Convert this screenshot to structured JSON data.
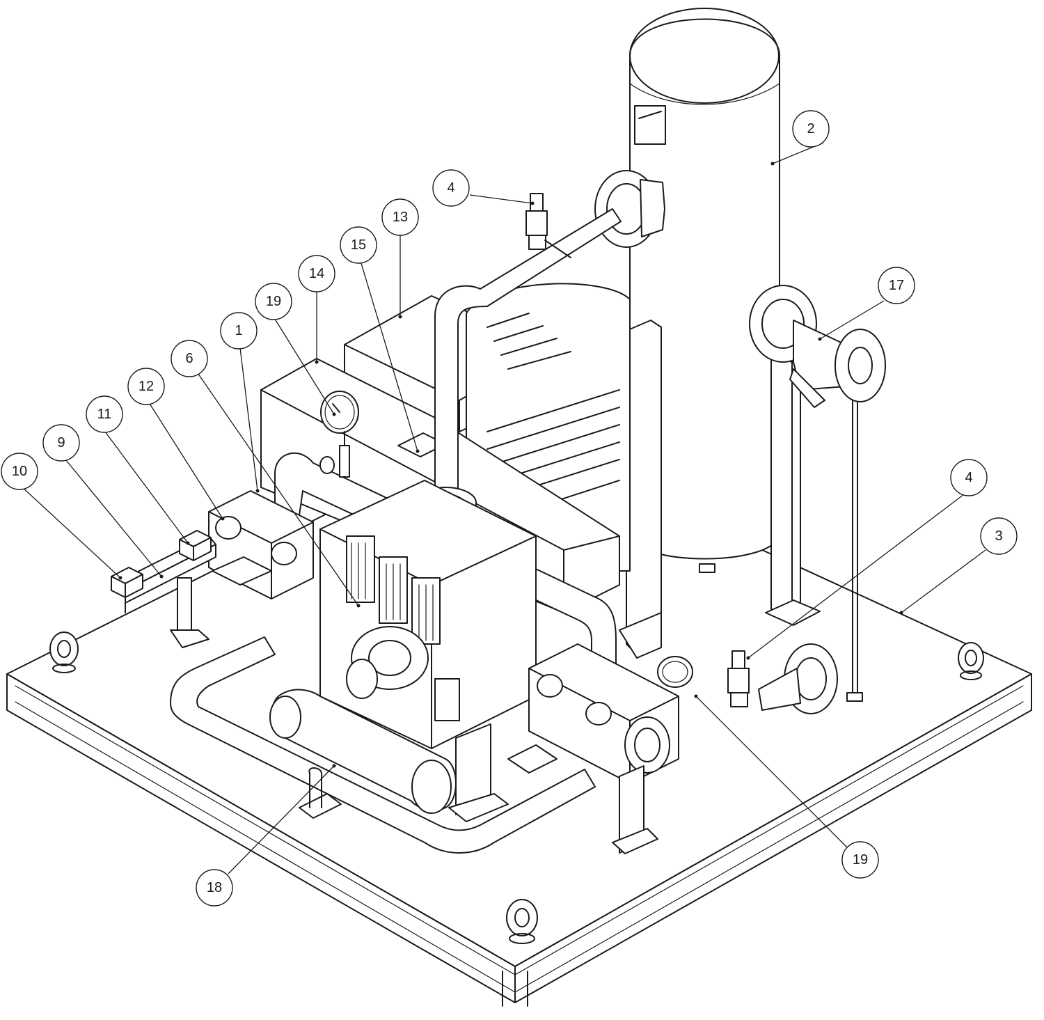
{
  "callouts": [
    {
      "id": "c1",
      "label": "1"
    },
    {
      "id": "c2",
      "label": "2"
    },
    {
      "id": "c3",
      "label": "3"
    },
    {
      "id": "c4a",
      "label": "4"
    },
    {
      "id": "c4b",
      "label": "4"
    },
    {
      "id": "c6",
      "label": "6"
    },
    {
      "id": "c9",
      "label": "9"
    },
    {
      "id": "c10",
      "label": "10"
    },
    {
      "id": "c11",
      "label": "11"
    },
    {
      "id": "c12",
      "label": "12"
    },
    {
      "id": "c13",
      "label": "13"
    },
    {
      "id": "c14",
      "label": "14"
    },
    {
      "id": "c15",
      "label": "15"
    },
    {
      "id": "c17",
      "label": "17"
    },
    {
      "id": "c18",
      "label": "18"
    },
    {
      "id": "c19a",
      "label": "19"
    },
    {
      "id": "c19b",
      "label": "19"
    }
  ],
  "colors": {
    "line": "#1a1a1a",
    "background": "#ffffff"
  }
}
